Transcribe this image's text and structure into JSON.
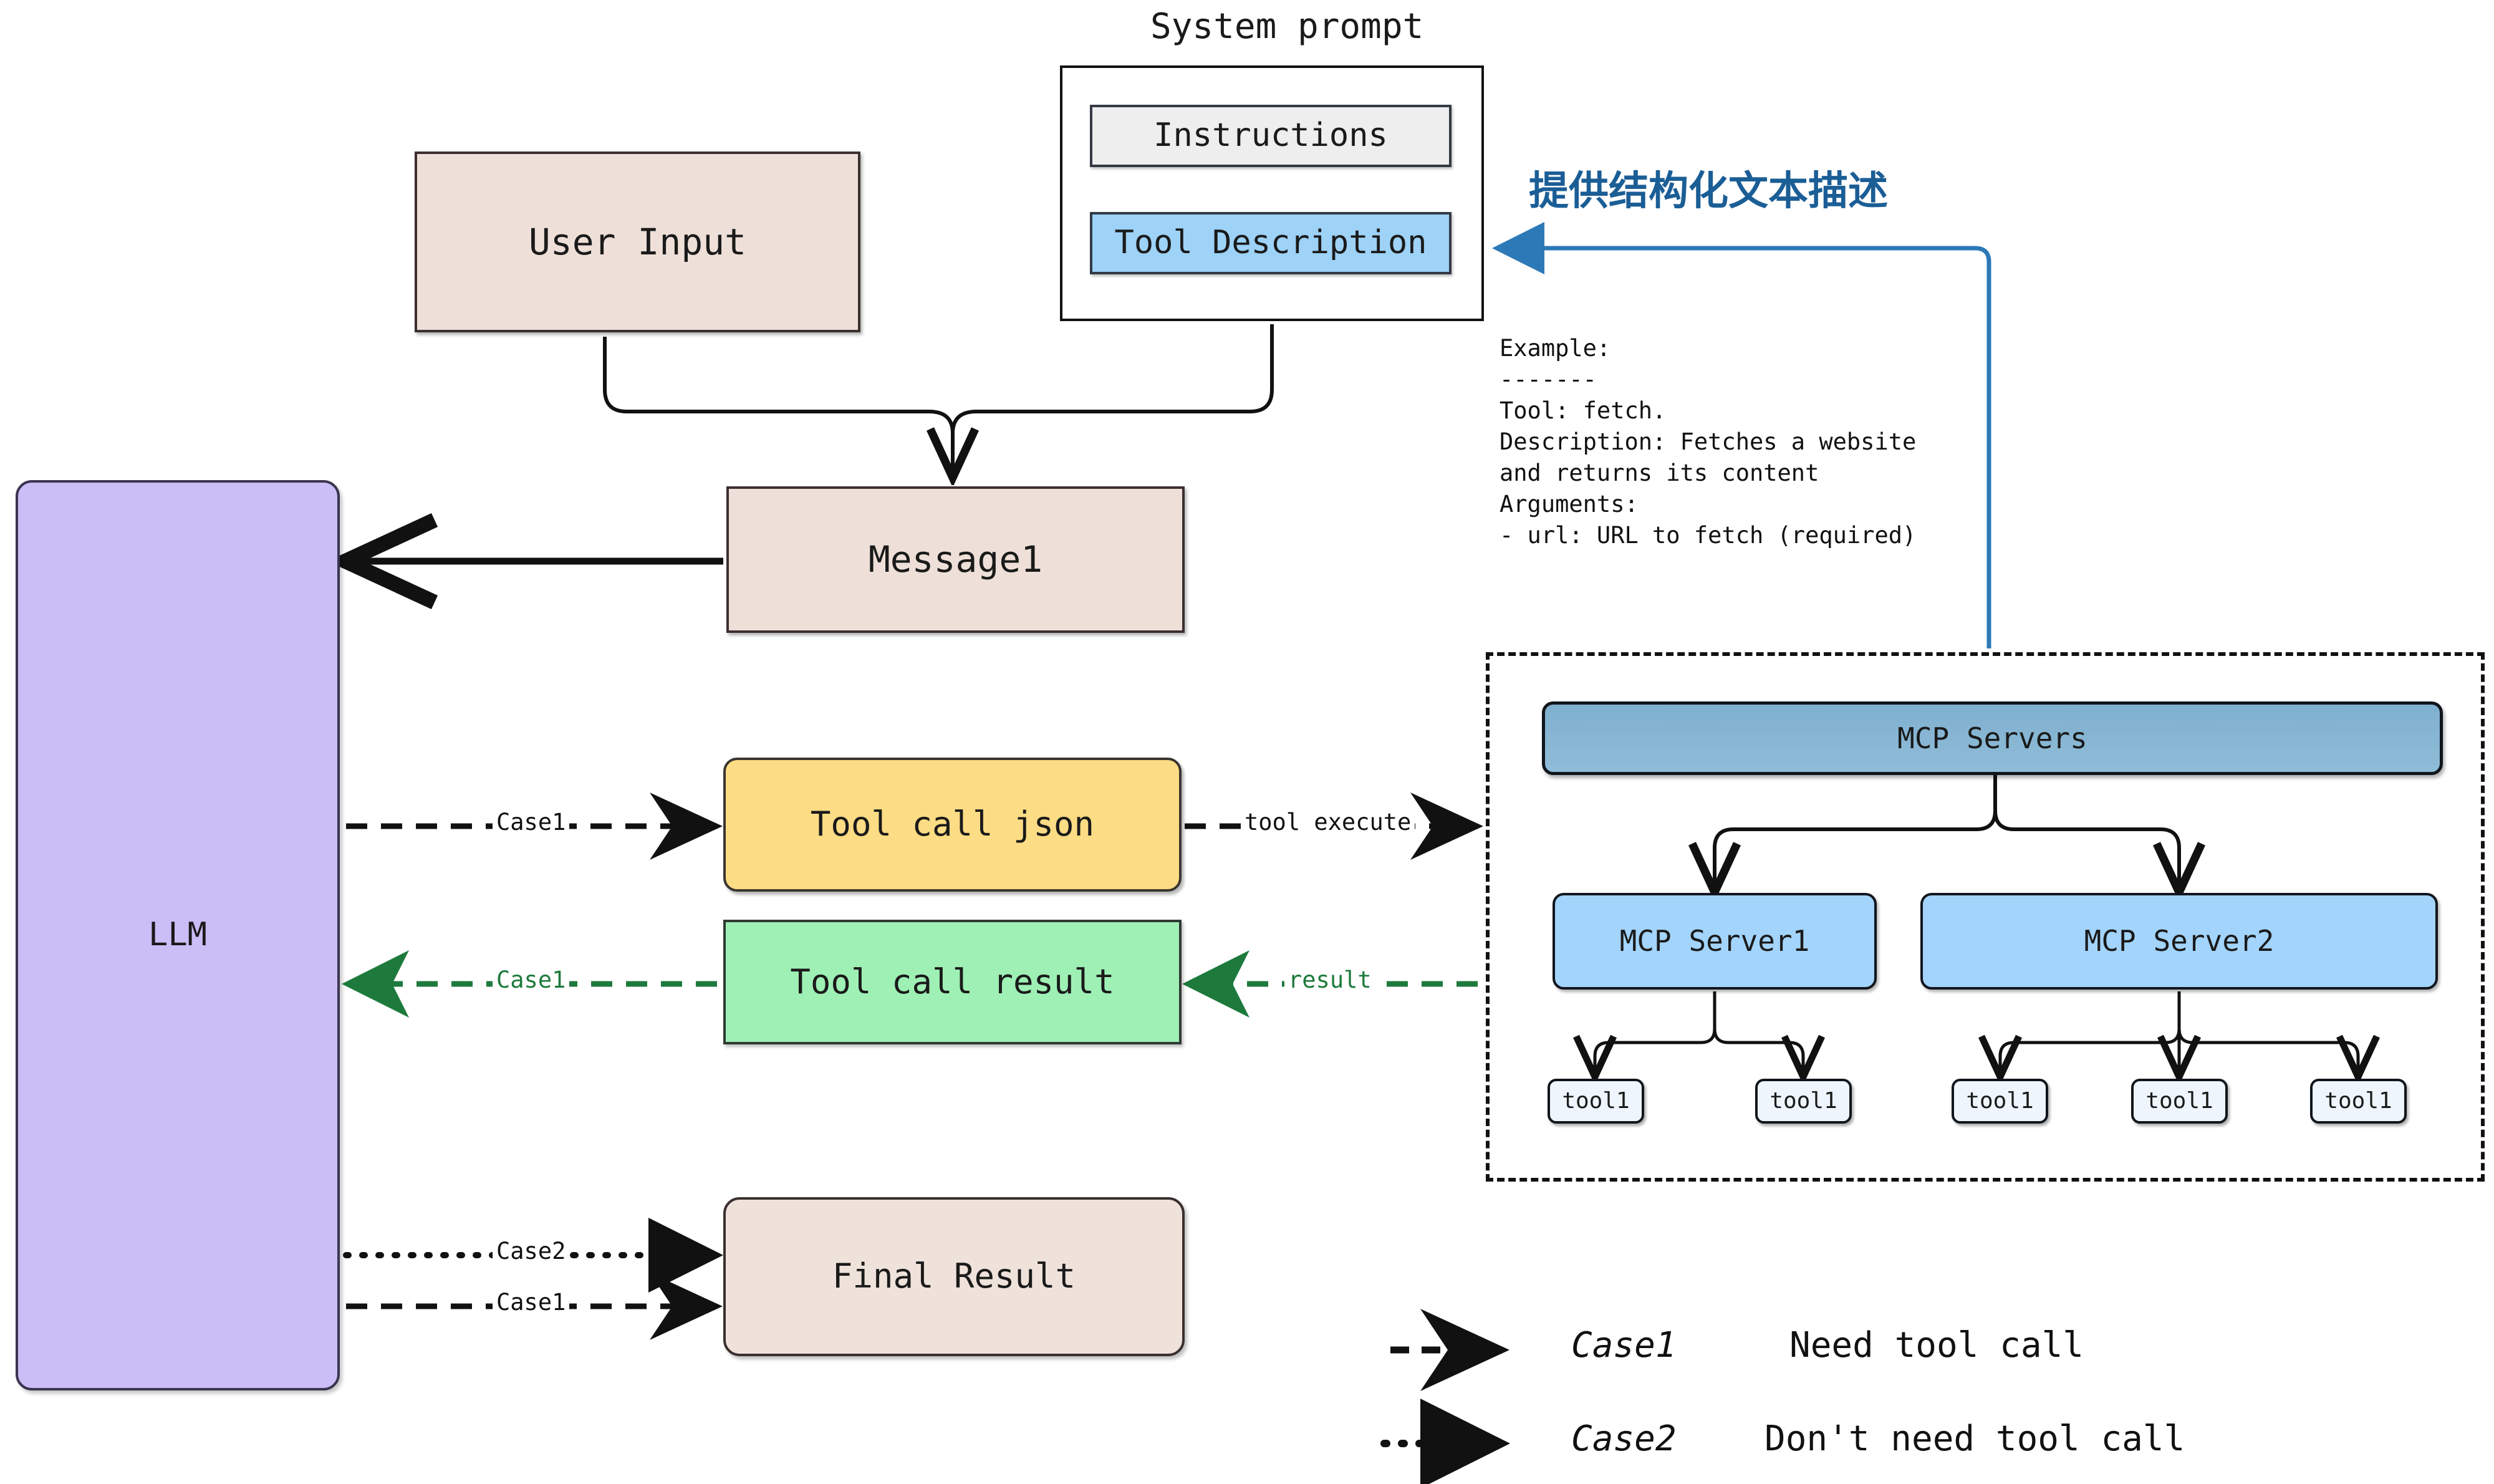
{
  "diagram": {
    "title_label": "System prompt",
    "annotation_cn": "提供结构化文本描述",
    "accent_blue": "#1b5e96",
    "accent_green": "#1d7a3c"
  },
  "system_prompt": {
    "heading": "System prompt",
    "instructions_label": "Instructions",
    "tool_description_label": "Tool Description"
  },
  "example": {
    "line1": "Example:",
    "line2": "-------",
    "line3": "Tool: fetch.",
    "line4": "Description: Fetches a website",
    "line5": "and returns its content",
    "line6": "Arguments:",
    "line7": "- url: URL to fetch (required)"
  },
  "nodes": {
    "user_input": "User Input",
    "message1": "Message1",
    "llm": "LLM",
    "tool_call_json": "Tool call json",
    "tool_call_result": "Tool call result",
    "final_result": "Final Result"
  },
  "mcp": {
    "servers_header": "MCP Servers",
    "server1": "MCP Server1",
    "server2": "MCP Server2",
    "tools": [
      {
        "label": "tool1"
      },
      {
        "label": "tool1"
      },
      {
        "label": "tool1"
      },
      {
        "label": "tool1"
      },
      {
        "label": "tool1"
      }
    ]
  },
  "edge_labels": {
    "case1_to_json": "Case1",
    "case1_from_result": "Case1",
    "case2_to_final": "Case2",
    "case1_to_final": "Case1",
    "tool_execute": "tool execute",
    "result": "result"
  },
  "legend": {
    "rows": [
      {
        "case": "Case1",
        "desc": "Need tool call",
        "style": "dashed"
      },
      {
        "case": "Case2",
        "desc": "Don't need tool call",
        "style": "dotted"
      }
    ]
  }
}
